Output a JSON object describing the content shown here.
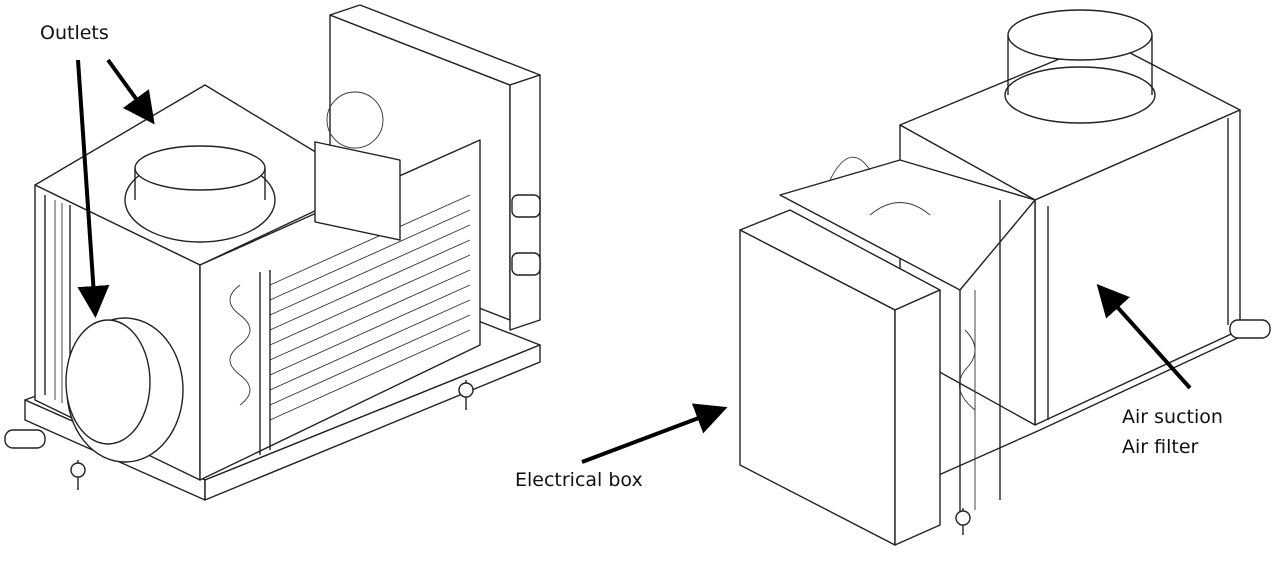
{
  "labels": {
    "outlets": "Outlets",
    "electrical_box": "Electrical box",
    "air_suction": "Air suction",
    "air_filter": "Air filter"
  },
  "colors": {
    "line": "#222222",
    "arrow": "#000000",
    "background": "#ffffff"
  }
}
